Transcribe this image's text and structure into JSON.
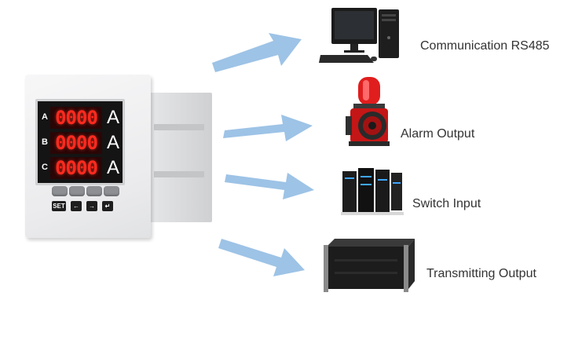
{
  "colors": {
    "arrow": "#9dc3e6",
    "digits": "#ff2a1f",
    "label_text": "#333333"
  },
  "meter": {
    "rows": [
      {
        "phase": "A",
        "reading": "0000",
        "unit": "A"
      },
      {
        "phase": "B",
        "reading": "0000",
        "unit": "A"
      },
      {
        "phase": "C",
        "reading": "0000",
        "unit": "A"
      }
    ],
    "keys": {
      "set": "SET",
      "left": "←",
      "right": "→",
      "enter": "↵"
    }
  },
  "outputs": [
    {
      "icon": "computer-icon",
      "label": "Communication RS485"
    },
    {
      "icon": "alarm-siren-icon",
      "label": "Alarm Output"
    },
    {
      "icon": "server-rack-icon",
      "label": "Switch Input"
    },
    {
      "icon": "rackmount-chassis-icon",
      "label": "Transmitting Output"
    }
  ]
}
